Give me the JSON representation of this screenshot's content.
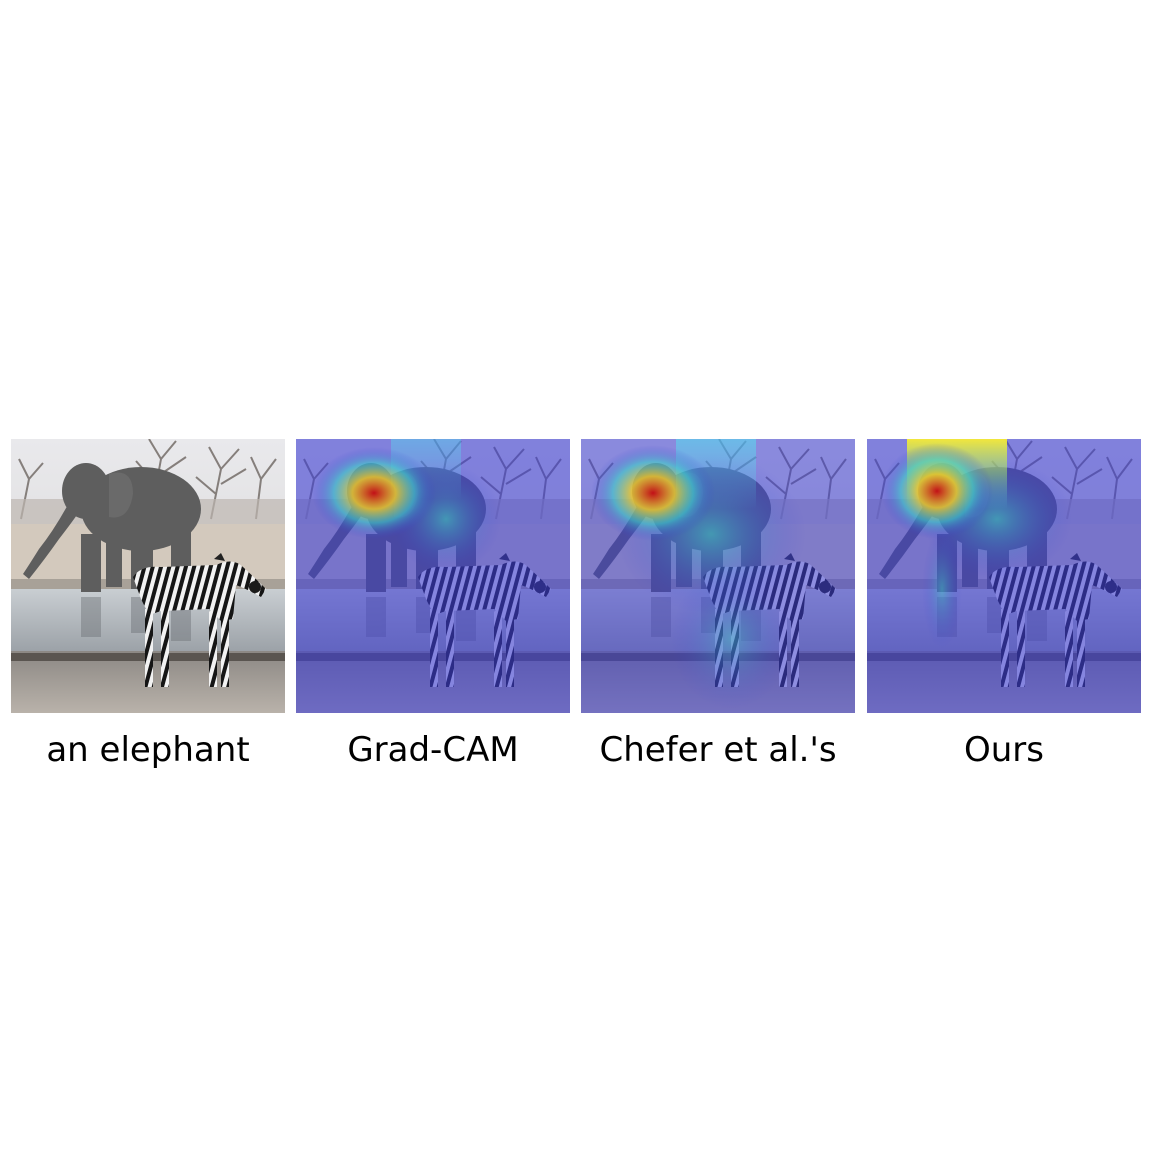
{
  "panels": [
    {
      "id": "input",
      "caption": "an elephant",
      "overlay": "none"
    },
    {
      "id": "gradcam",
      "caption": "Grad-CAM",
      "overlay": "heatmap"
    },
    {
      "id": "chefer",
      "caption": "Chefer et al.'s",
      "overlay": "heatmap"
    },
    {
      "id": "ours",
      "caption": "Ours",
      "overlay": "heatmap"
    }
  ],
  "colors": {
    "heatmap_base": "#3c3cd2",
    "heatmap_hot": "#d01818",
    "heatmap_warm": "#f0e030",
    "heatmap_mid": "#30c8d0"
  }
}
